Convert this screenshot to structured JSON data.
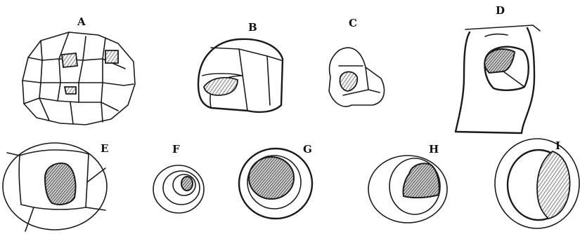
{
  "panels": [
    {
      "id": "a",
      "label": "A"
    },
    {
      "id": "b",
      "label": "B"
    },
    {
      "id": "c",
      "label": "C"
    },
    {
      "id": "d",
      "label": "D"
    },
    {
      "id": "e",
      "label": "E"
    },
    {
      "id": "f",
      "label": "F"
    },
    {
      "id": "g",
      "label": "G"
    },
    {
      "id": "h",
      "label": "H"
    },
    {
      "id": "i",
      "label": "I"
    }
  ]
}
